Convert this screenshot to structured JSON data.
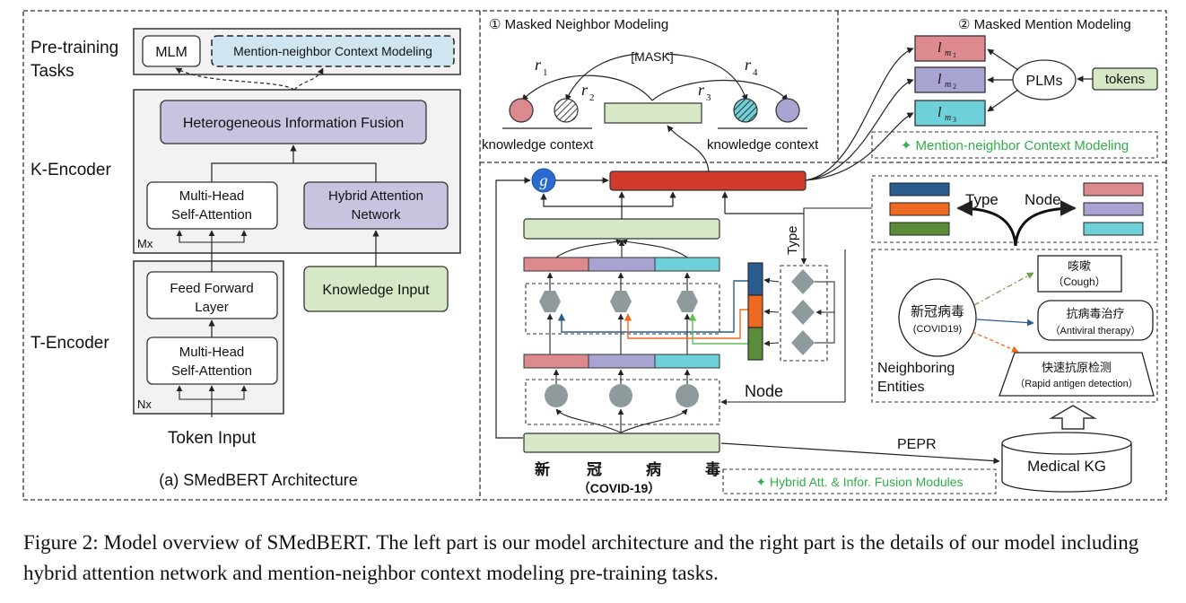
{
  "left": {
    "labels": {
      "pretraining": [
        "Pre-training",
        "Tasks"
      ],
      "kencoder": "K-Encoder",
      "tencoder": "T-Encoder",
      "mx": "Mx",
      "nx": "Nx",
      "token_input": "Token Input",
      "subtitle": "(a) SMedBERT Architecture"
    },
    "boxes": {
      "mlm": "MLM",
      "mention_neighbor": "Mention-neighbor Context Modeling",
      "hif": "Heterogeneous Information Fusion",
      "mhsa_k": [
        "Multi-Head",
        "Self-Attention"
      ],
      "han": [
        "Hybrid Attention",
        "Network"
      ],
      "ff": [
        "Feed Forward",
        "Layer"
      ],
      "mhsa_t": [
        "Multi-Head",
        "Self-Attention"
      ],
      "knowledge_input": "Knowledge Input"
    }
  },
  "right": {
    "mnm_title": "① Masked Neighbor Modeling",
    "mmm_title": "② Masked Mention Modeling",
    "mask": "[MASK]",
    "r1": "r",
    "r1s": "1",
    "r2": "r",
    "r2s": "2",
    "r3": "r",
    "r3s": "3",
    "r4": "r",
    "r4s": "4",
    "kc_left": "knowledge context",
    "kc_right": "knowledge context",
    "lm1": "l",
    "lm1s": "m",
    "lm1ss": "1",
    "lm2": "l",
    "lm2s": "m",
    "lm2ss": "2",
    "lm3": "l",
    "lm3s": "m",
    "lm3ss": "3",
    "plms": "PLMs",
    "tokens": "tokens",
    "mncm_legend": "✦ Mention-neighbor Context Modeling",
    "g": "g",
    "type_label": "Type",
    "node_label": "Node",
    "type_vertical": "Type",
    "node_lower": "Node",
    "kg": {
      "center": "新冠病毒",
      "center_sub": "(COVID19)",
      "e1": "咳嗽",
      "e1_sub": "（Cough）",
      "e2": "抗病毒治疗",
      "e2_sub": "（Antiviral therapy）",
      "e3": "快速抗原检测",
      "e3_sub": "（Rapid antigen detection）",
      "neighboring": [
        "Neighboring",
        "Entities"
      ]
    },
    "pepr": "PEPR",
    "medical_kg": "Medical KG",
    "chars": [
      "新",
      "冠",
      "病",
      "毒"
    ],
    "covid": "（COVID-19）",
    "hybrid_legend": "✦ Hybrid Att. & Infor. Fusion Modules"
  },
  "caption": "Figure 2: Model overview of SMedBERT. The left part is our model architecture and the right part is the details of our model including hybrid attention network and mention-neighbor context modeling pre-training tasks.",
  "colors": {
    "purple": "#c9c3e0",
    "green": "#d6e8c5",
    "red": "#d23a2c",
    "pink": "#dd8a8e",
    "lavender": "#a8a4d2",
    "cyan": "#6ed0d8",
    "navy": "#2b5c8f",
    "orange": "#ee6a22",
    "darkgreen": "#5b8c3a",
    "gray": "#8f9a9c"
  }
}
